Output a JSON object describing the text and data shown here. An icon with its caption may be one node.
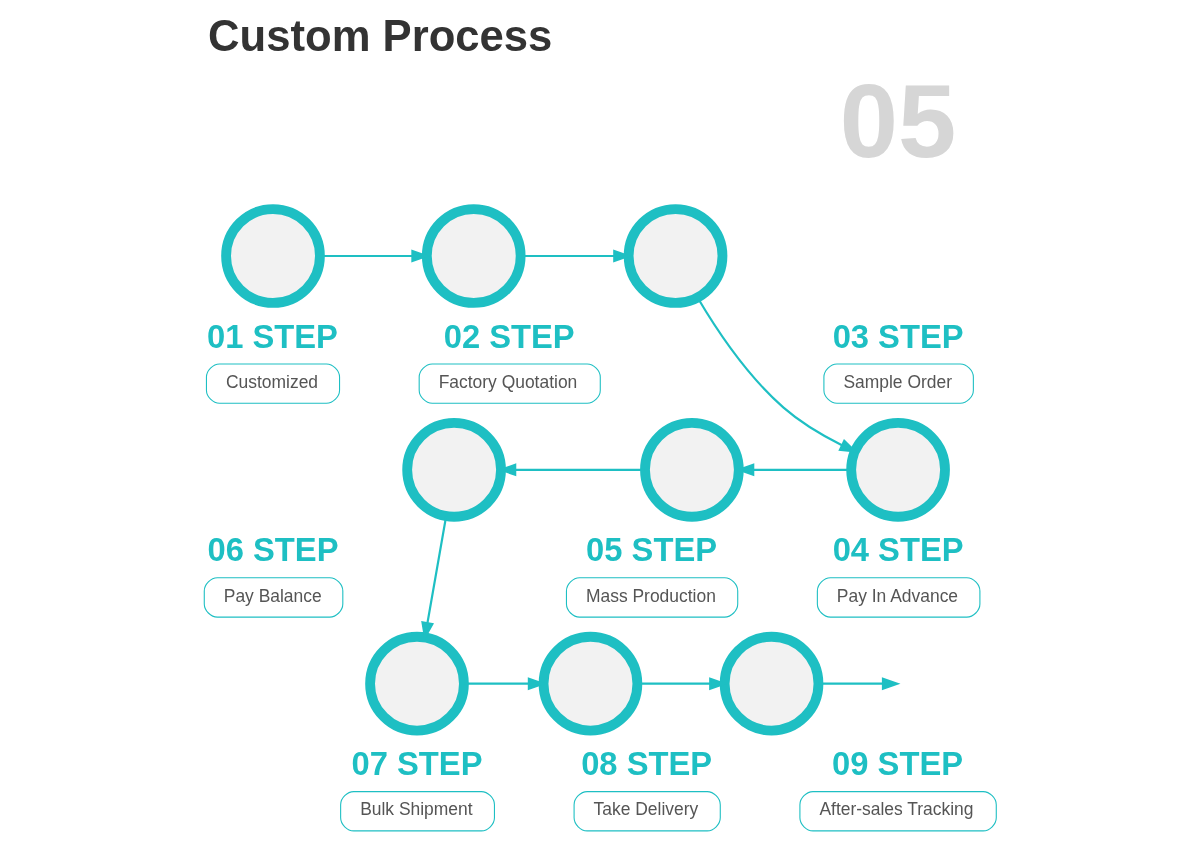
{
  "diagram": {
    "title": "Custom Process",
    "nodes": [
      {
        "text": [],
        "shape": "circle"
      },
      {
        "text": [
          "01 STEP",
          "Customized"
        ]
      },
      {
        "text": [],
        "shape": "circle"
      },
      {
        "text": [
          "02 STEP",
          "Factory Quotation"
        ]
      },
      {
        "text": [],
        "shape": "circle"
      },
      {
        "text": [
          "03 STEP",
          "Sample Order"
        ]
      },
      {
        "text": [],
        "shape": "circle"
      },
      {
        "text": [
          "04 STEP",
          "Pay In Advance"
        ]
      },
      {
        "text": [],
        "shape": "circle"
      },
      {
        "text": [
          "05 STEP",
          "Mass Production"
        ]
      },
      {
        "text": [],
        "shape": "circle"
      },
      {
        "text": [
          "06 STEP",
          "Pay Balance"
        ]
      },
      {
        "text": [],
        "shape": "circle"
      },
      {
        "text": [
          "07 STEP",
          "Bulk Shipment"
        ]
      },
      {
        "text": [],
        "shape": "circle"
      },
      {
        "text": [
          "08 STEP",
          "Take Delivery"
        ]
      },
      {
        "text": [],
        "shape": "circle"
      },
      {
        "text": [
          "09 STEP",
          "After-sales Tracking"
        ]
      }
    ],
    "edges": [
      {
        "from": 0,
        "to": 2,
        "arrow": "to"
      },
      {
        "from": 2,
        "to": 4,
        "arrow": "to"
      },
      {
        "from": 4,
        "to": 6,
        "arrow": "to"
      },
      {
        "from": 6,
        "to": 8,
        "arrow": "to"
      },
      {
        "from": 8,
        "to": 10,
        "arrow": "to"
      },
      {
        "from": 10,
        "to": 12,
        "arrow": "to"
      },
      {
        "from": 12,
        "to": 14,
        "arrow": "to"
      },
      {
        "from": 14,
        "to": 16,
        "arrow": "to"
      },
      {
        "from": 16,
        "to": null,
        "arrow": "to"
      }
    ],
    "labels": [
      "05"
    ]
  }
}
